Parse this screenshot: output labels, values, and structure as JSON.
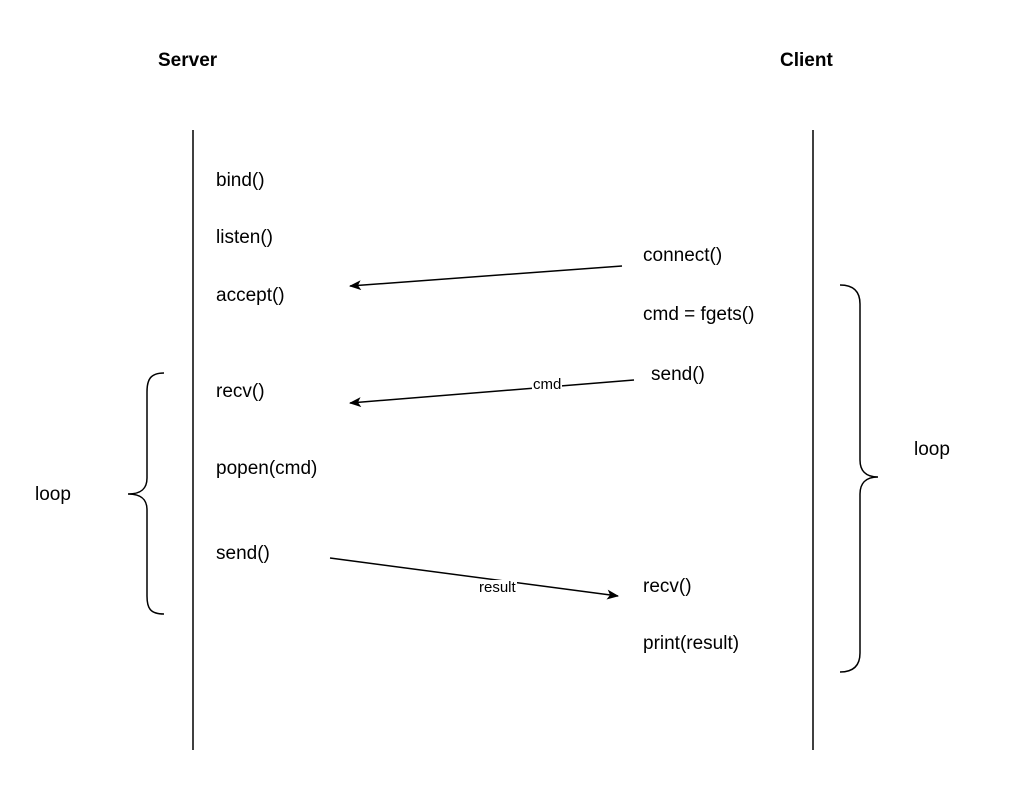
{
  "server": {
    "title": "Server",
    "steps": {
      "bind": "bind()",
      "listen": "listen()",
      "accept": "accept()",
      "recv": "recv()",
      "popen": "popen(cmd)",
      "send": "send()"
    },
    "loop_label": "loop"
  },
  "client": {
    "title": "Client",
    "steps": {
      "connect": "connect()",
      "fgets": "cmd = fgets()",
      "send": "send()",
      "recv": "recv()",
      "print": "print(result)"
    },
    "loop_label": "loop"
  },
  "messages": {
    "cmd": "cmd",
    "result": "result"
  },
  "colors": {
    "line": "#000000",
    "background": "#ffffff"
  }
}
